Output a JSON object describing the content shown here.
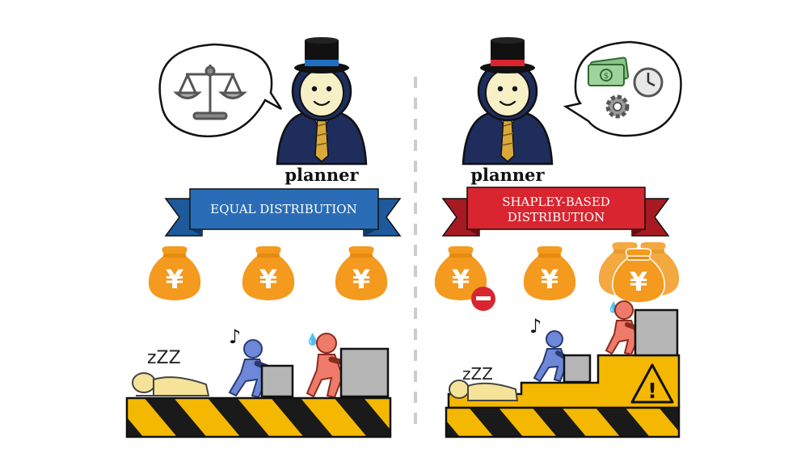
{
  "left_panel": {
    "planner_label": "planner",
    "banner_text": "EQUAL DISTRIBUTION",
    "banner_color": "#2a6db6",
    "hat_band_color": "#1f6fc0",
    "bubble_icon": "balance-scale-icon",
    "bag_symbol": "¥",
    "sleep_text": "zZZ",
    "music_note": "♪"
  },
  "right_panel": {
    "planner_label": "planner",
    "banner_line1": "SHAPLEY-BASED",
    "banner_line2": "DISTRIBUTION",
    "banner_color": "#d8252f",
    "hat_band_color": "#d8252f",
    "bubble_icons": [
      "money-icon",
      "clock-icon",
      "gear-icon"
    ],
    "bag_symbol": "¥",
    "minus_symbol": "−",
    "sleep_text": "zZZ",
    "music_note": "♪",
    "warning_symbol": "!"
  },
  "colors": {
    "bag": "#f39a1f",
    "stripe_yellow": "#f5b800",
    "stripe_black": "#1a1a1a",
    "worker_blue": "#6d88d8",
    "worker_red": "#ee7b6a",
    "sleeper": "#f6e39a",
    "box": "#b5b5b5",
    "suit": "#1e2d5c"
  }
}
